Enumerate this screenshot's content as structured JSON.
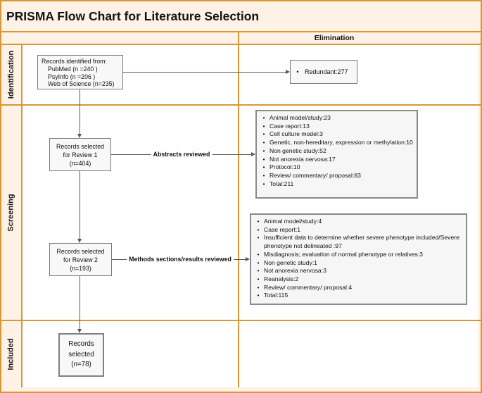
{
  "title": "PRISMA Flow Chart for Literature Selection",
  "header": {
    "elimination_label": "Elimination"
  },
  "stage_labels": {
    "identification": "Identification",
    "screening": "Screening",
    "included": "Included"
  },
  "flow": {
    "identified_box": {
      "line1": "Records identified from:",
      "line2": "PubMed  (n =240 )",
      "line3": "PsyInfo (n =206 )",
      "line4": "Web of Science (n=235)"
    },
    "redundant_box": {
      "text": "Redundant:277"
    },
    "review1_box": {
      "line1": "Records selected",
      "line2": "for Review 1",
      "line3": "(n=404)"
    },
    "review2_box": {
      "line1": "Records selected",
      "line2": "for Review 2",
      "line3": "(n=193)"
    },
    "included_box": {
      "line1": "Records",
      "line2": "selected",
      "line3": "(n=78)"
    },
    "abstracts_arrow_label": "Abstracts reviewed",
    "methods_arrow_label": "Methods sections/results reviewed"
  },
  "elimination": {
    "review1_items": [
      "Animal model/study:23",
      "Case report:13",
      "Cell culture model:3",
      "Genetic, non-hereditary, expression or methylation:10",
      "Non genetic study:52",
      "Not anorexia nervosa:17",
      "Protocol:10",
      "Review/ commentary/ proposal:83",
      "Total:211"
    ],
    "review2_items": [
      "Animal model/study:4",
      "Case report:1",
      "Insufficient data to determine whether severe phenotype included/Severe phenotype not delineated :97",
      "Misdiagnosis; evaluation of normal phenotype or relatives:3",
      "Non genetic study:1",
      "Not anorexia nervosa:3",
      "Reanalysis:2",
      "Review/ commentary/ proposal:4",
      "Total:115"
    ]
  },
  "colors": {
    "frame_orange": "#d79735",
    "page_cream": "#fdf2e5",
    "box_border_gray": "#7a7a7a",
    "box_fill_gray": "#f7f7f7",
    "arrow_gray": "#595959"
  }
}
